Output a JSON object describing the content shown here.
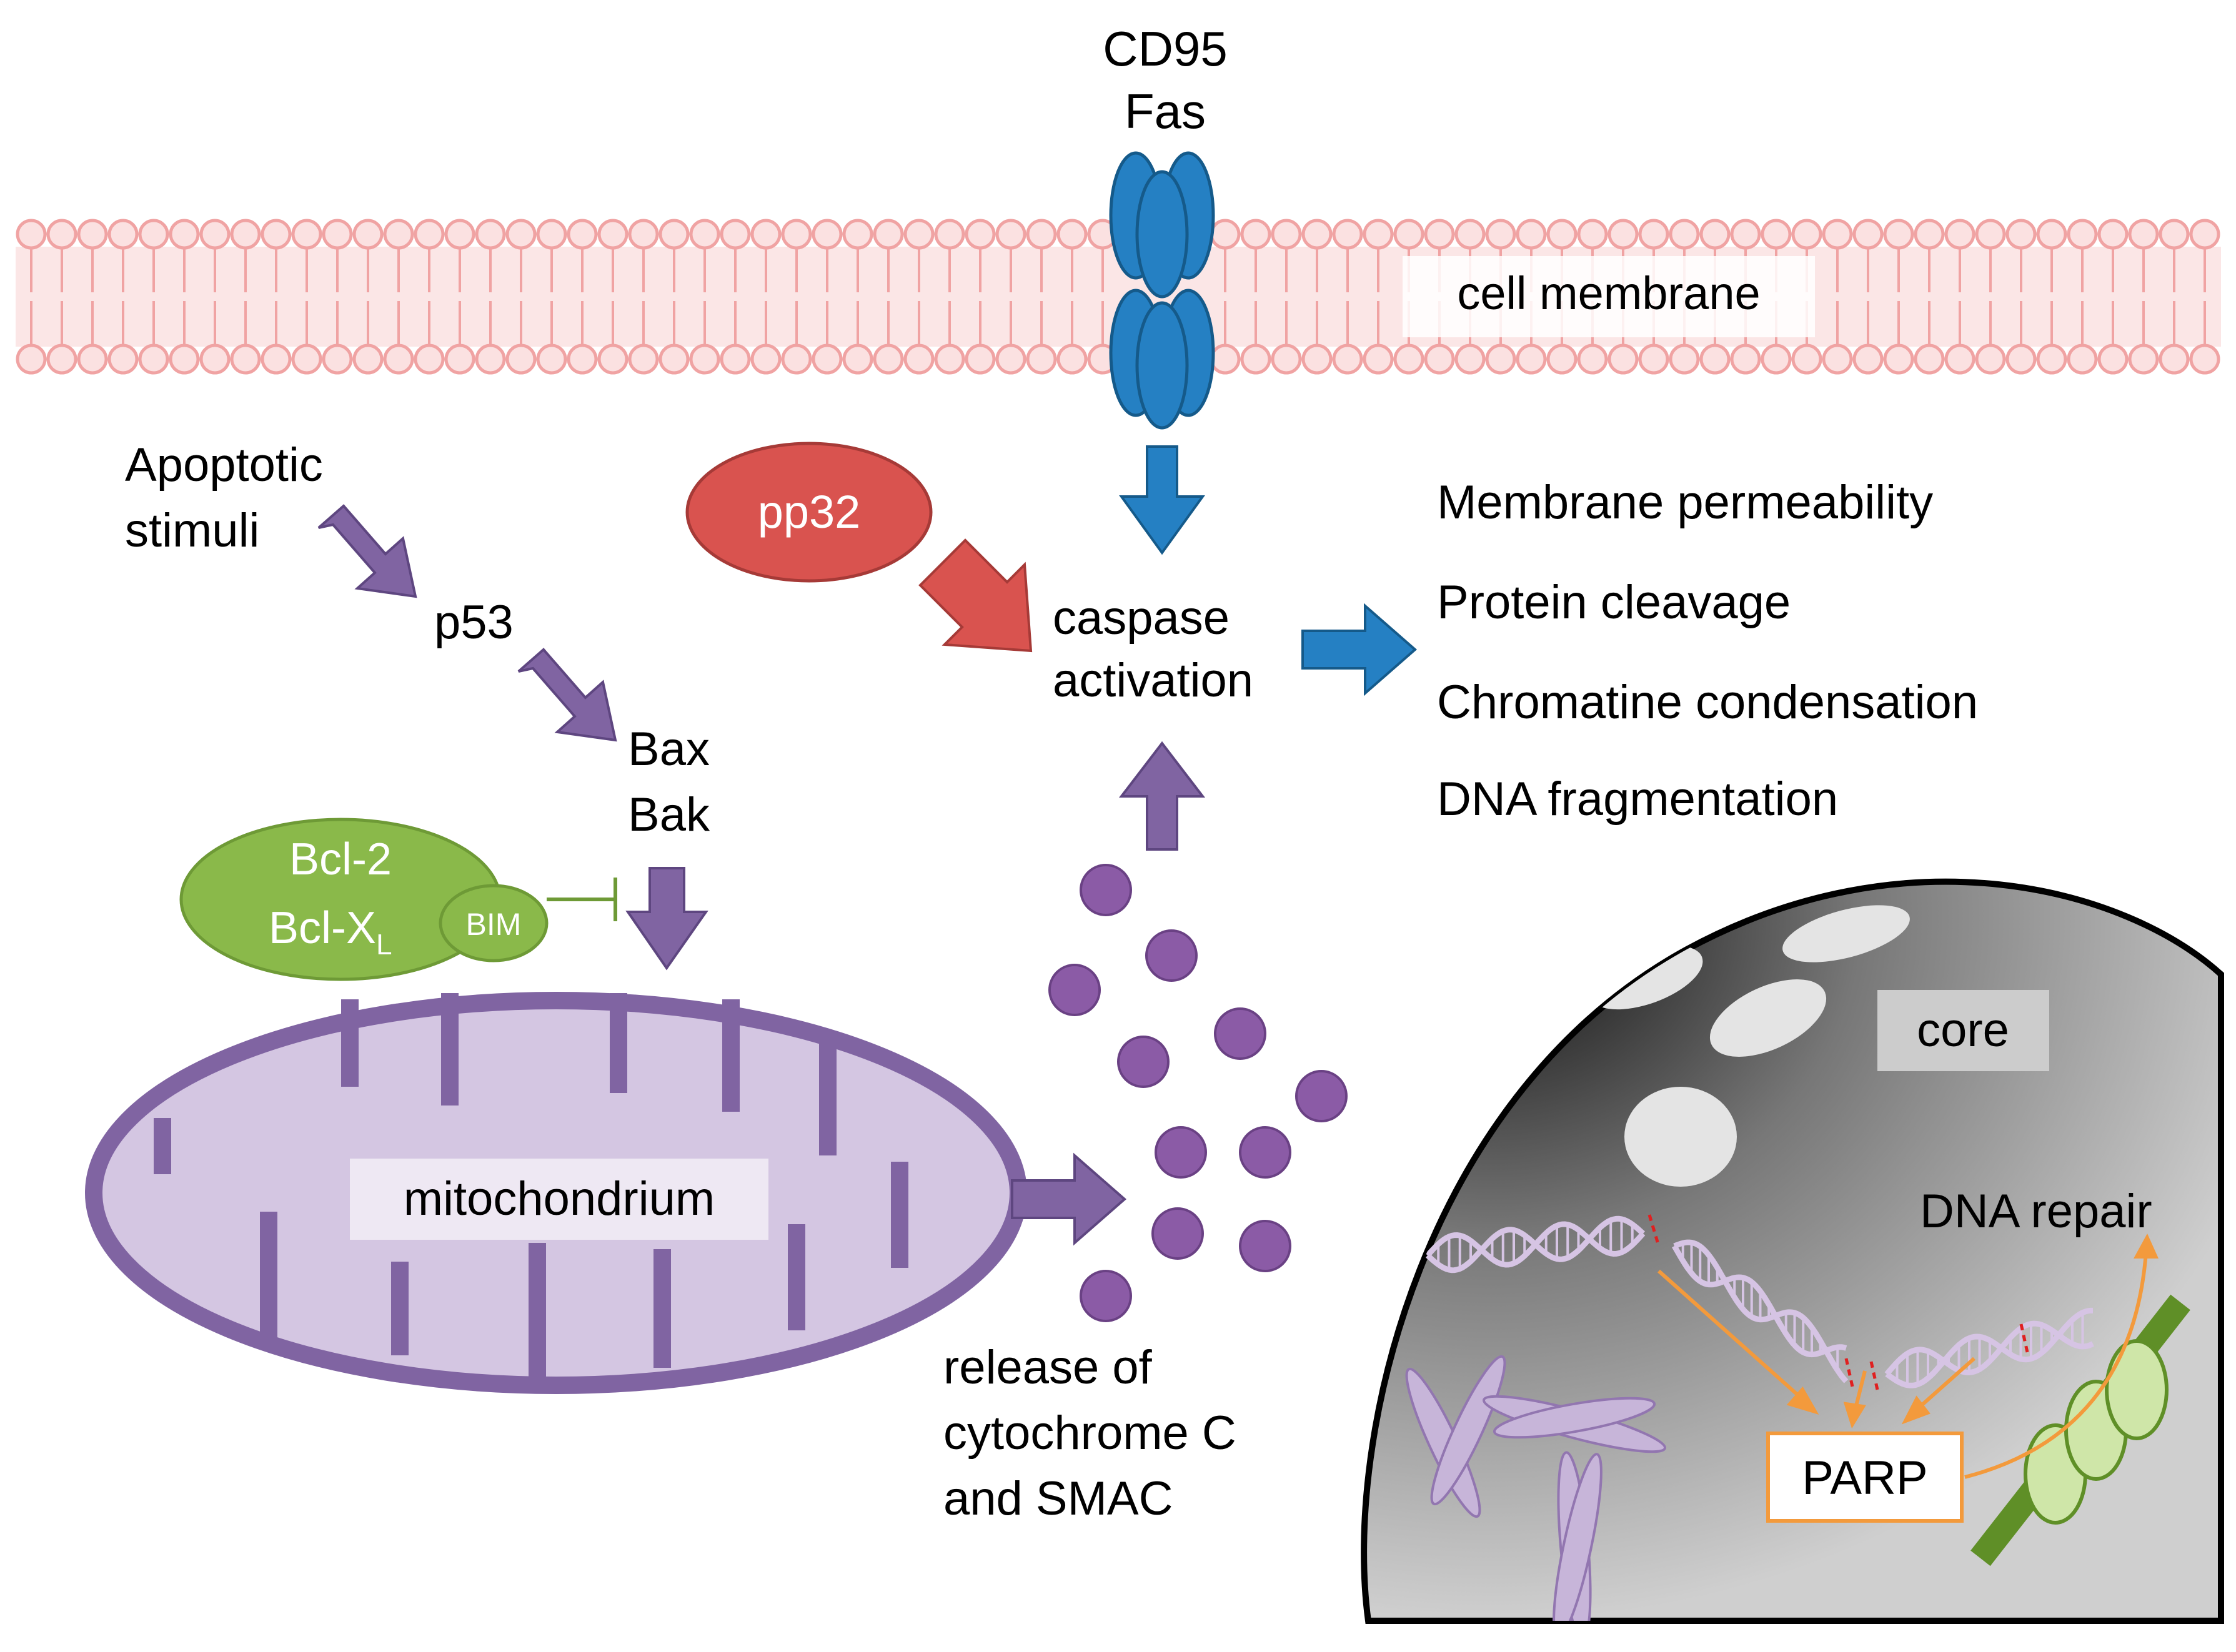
{
  "labels": {
    "cd95": "CD95",
    "fas": "Fas",
    "cell_membrane": "cell membrane",
    "apoptotic_1": "Apoptotic",
    "apoptotic_2": "stimuli",
    "p53": "p53",
    "bax": "Bax",
    "bak": "Bak",
    "bcl2": "Bcl-2",
    "bclx": "Bcl-X",
    "bclx_sub": "L",
    "bim": "BIM",
    "pp32": "pp32",
    "caspase_1": "caspase",
    "caspase_2": "activation",
    "mitochondrium": "mitochondrium",
    "release_1": "release of",
    "release_2": "cytochrome C",
    "release_3": "and SMAC",
    "core": "core",
    "dna_repair": "DNA repair",
    "parp": "PARP"
  },
  "outcomes": [
    "Membrane permeability",
    "Protein cleavage",
    "Chromatine condensation",
    "DNA fragmentation"
  ],
  "colors": {
    "membrane": "#f0a3a3",
    "membrane_fill": "#fbe1e1",
    "receptor": "#1e7bbf",
    "purple": "#8064a2",
    "purple_light": "#d2c3e0",
    "green": "#8ab94a",
    "green_dark": "#6e9a36",
    "red": "#d9534f",
    "orange": "#f39a3c"
  }
}
